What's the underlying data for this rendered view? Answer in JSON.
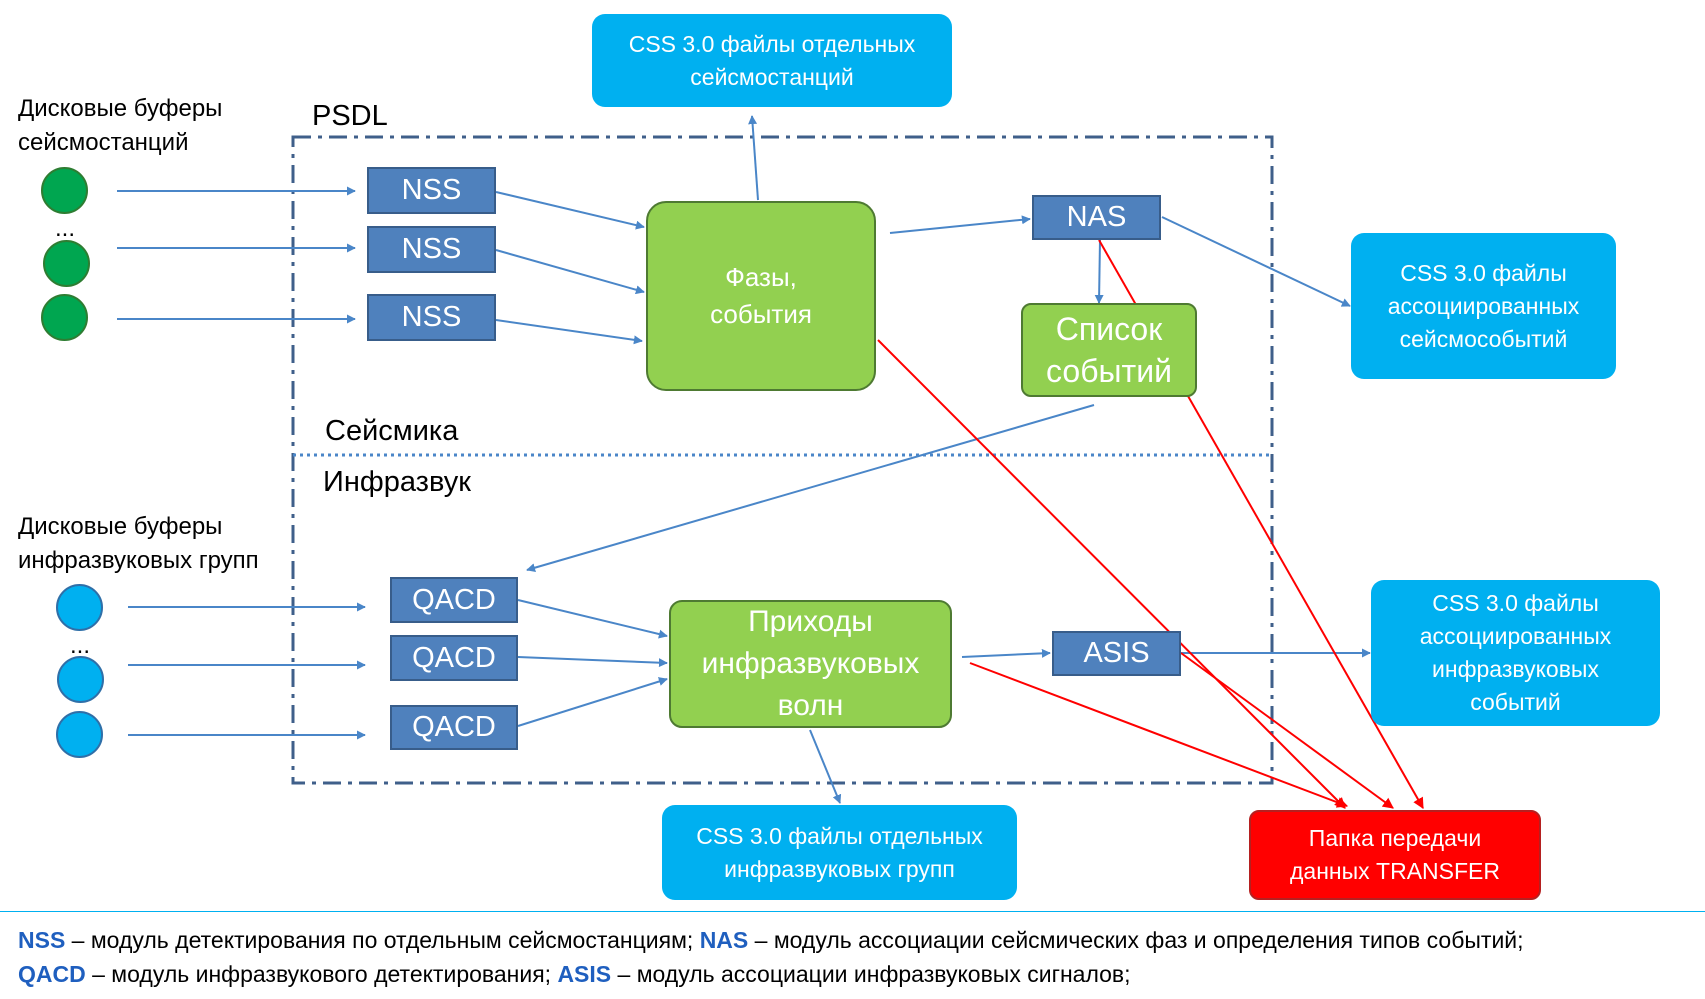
{
  "psdl_label": "PSDL",
  "seismic_label": "Сейсмика",
  "infrasound_label": "Инфразвук",
  "seismic_buffers": {
    "line1": "Дисковые буферы",
    "line2": "сейсмостанций"
  },
  "infra_buffers": {
    "line1": "Дисковые буферы",
    "line2": "инфразвуковых групп"
  },
  "ellipsis": "...",
  "nss": [
    "NSS",
    "NSS",
    "NSS"
  ],
  "qacd": [
    "QACD",
    "QACD",
    "QACD"
  ],
  "nas": "NAS",
  "asis": "ASIS",
  "phases": {
    "line1": "Фазы,",
    "line2": "события"
  },
  "event_list": {
    "line1": "Список",
    "line2": "событий"
  },
  "arrivals": {
    "line1": "Приходы",
    "line2": "инфразвуковых",
    "line3": "волн"
  },
  "css_station": {
    "line1": "CSS 3.0 файлы отдельных",
    "line2": "сейсмостанций"
  },
  "css_seismic_events": {
    "line1": "CSS 3.0 файлы",
    "line2": "ассоциированных",
    "line3": "сейсмособытий"
  },
  "css_infra_events": {
    "line1": "CSS 3.0 файлы",
    "line2": "ассоциированных",
    "line3": "инфразвуковых",
    "line4": "событий"
  },
  "css_infra_groups": {
    "line1": "CSS 3.0 файлы отдельных",
    "line2": "инфразвуковых групп"
  },
  "transfer": {
    "line1": "Папка передачи",
    "line2": "данных TRANSFER"
  },
  "legend": {
    "nss_term": "NSS",
    "nss_desc": " – модуль детектирования по отдельным сейсмостанциям; ",
    "nas_term": "NAS",
    "nas_desc": " – модуль ассоциации сейсмических фаз и определения типов событий;",
    "qacd_term": "QACD",
    "qacd_desc": " – модуль инфразвукового детектирования; ",
    "asis_term": "ASIS",
    "asis_desc": " – модуль ассоциации инфразвуковых сигналов;"
  },
  "colors": {
    "module_fill": "#4f81bd",
    "process_fill": "#92d050",
    "output_fill": "#00b0f0",
    "transfer_fill": "#ff0000",
    "arrow_blue": "#4a86c8",
    "arrow_red": "#ff0000",
    "seismic_station": "#00a650",
    "infra_group": "#00b0f0"
  }
}
